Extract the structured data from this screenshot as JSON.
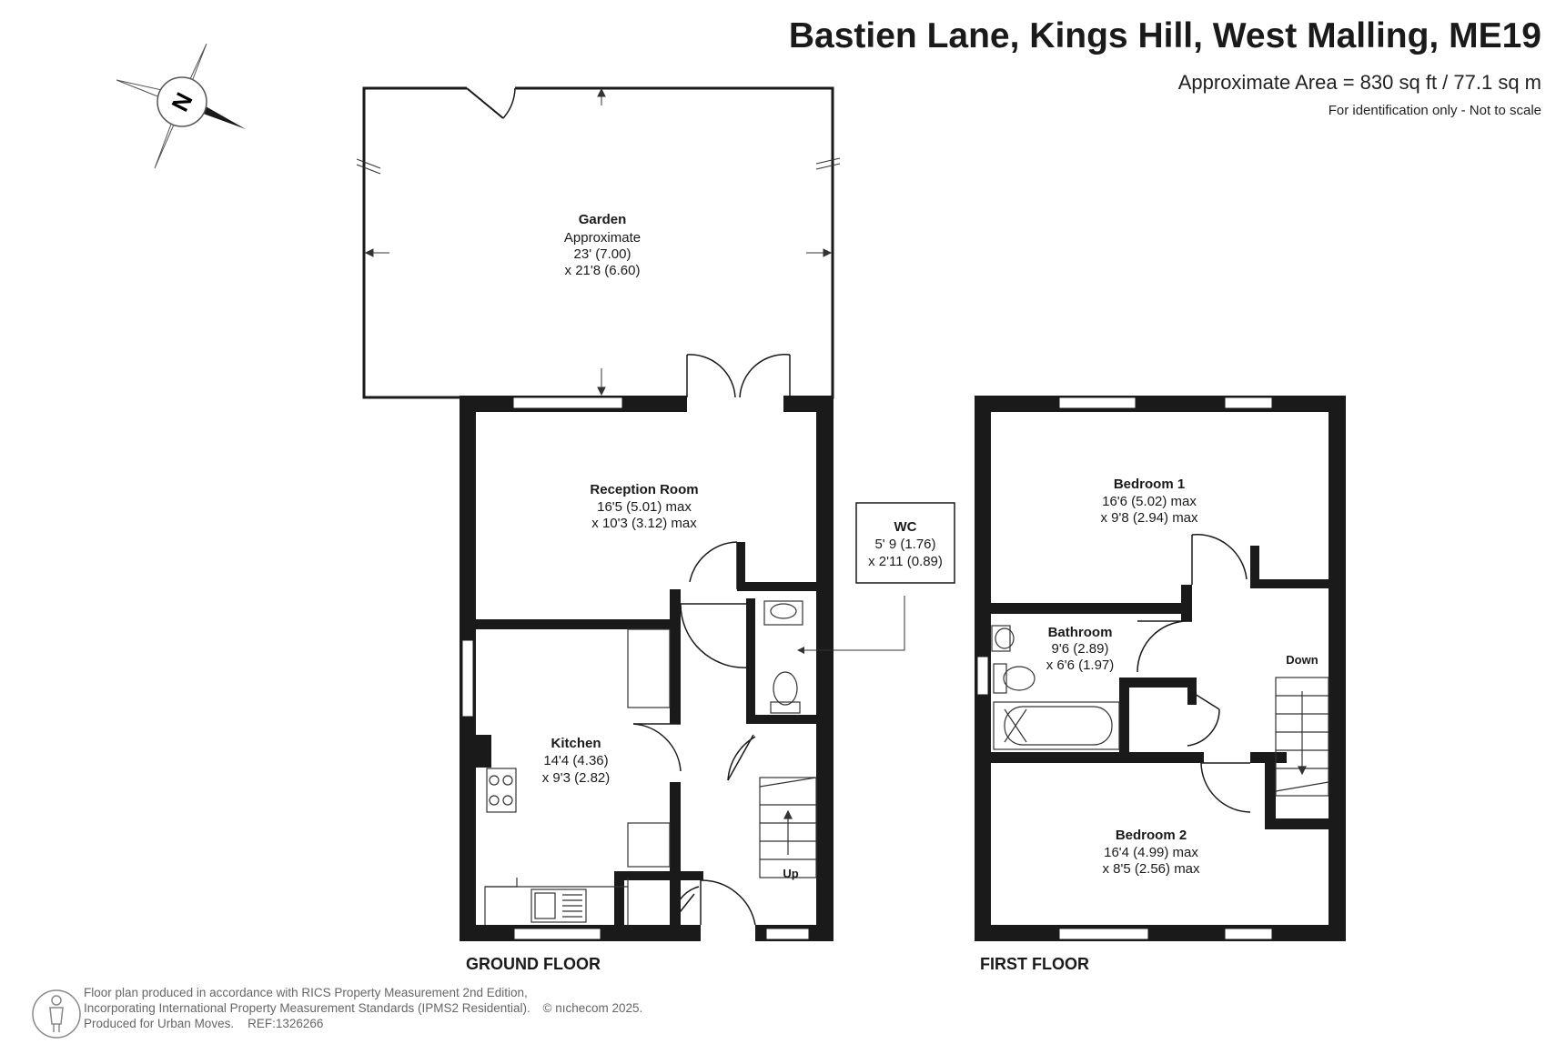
{
  "header": {
    "title": "Bastien Lane, Kings Hill, West Malling, ME19",
    "area": "Approximate Area = 830 sq ft / 77.1 sq m",
    "note": "For identification only - Not to scale"
  },
  "compass": {
    "letter": "N"
  },
  "rooms": {
    "garden": {
      "name": "Garden",
      "line1": "Approximate",
      "line2": "23' (7.00)",
      "line3": "x 21'8 (6.60)"
    },
    "reception": {
      "name": "Reception Room",
      "line1": "16'5 (5.01) max",
      "line2": "x 10'3 (3.12) max"
    },
    "wc": {
      "name": "WC",
      "line1": "5' 9 (1.76)",
      "line2": "x 2'11 (0.89)"
    },
    "kitchen": {
      "name": "Kitchen",
      "line1": "14'4 (4.36)",
      "line2": "x 9'3 (2.82)"
    },
    "bedroom1": {
      "name": "Bedroom 1",
      "line1": "16'6 (5.02) max",
      "line2": "x 9'8 (2.94) max"
    },
    "bathroom": {
      "name": "Bathroom",
      "line1": "9'6 (2.89)",
      "line2": "x 6'6 (1.97)"
    },
    "bedroom2": {
      "name": "Bedroom 2",
      "line1": "16'4 (4.99) max",
      "line2": "x 8'5 (2.56) max"
    }
  },
  "stairs": {
    "up": "Up",
    "down": "Down"
  },
  "floors": {
    "ground": "GROUND FLOOR",
    "first": "FIRST FLOOR"
  },
  "footer": {
    "line1": "Floor plan produced in accordance with RICS Property Measurement 2nd Edition,",
    "line2": "Incorporating International Property Measurement Standards (IPMS2 Residential).",
    "copyright": "© nıchecom 2025.",
    "line3": "Produced for Urban Moves.    REF:1326266"
  },
  "colors": {
    "wall": "#1a1a1a",
    "window": "#ffffff",
    "text": "#1a1a1a",
    "footer": "#666666"
  }
}
